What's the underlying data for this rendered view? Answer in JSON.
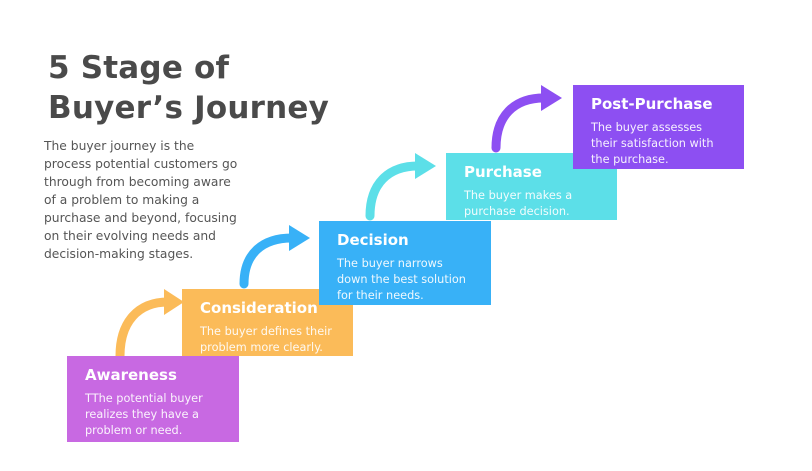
{
  "title_line1": "5 Stage of",
  "title_line2": "Buyer’s Journey",
  "intro": "The buyer journey is the process potential customers go through from becoming aware of a problem to making a purchase and beyond, focusing on their evolving needs and decision-making stages.",
  "stages": [
    {
      "name": "Awareness",
      "desc": "TThe potential buyer realizes they have a problem or need.",
      "color": "#c869e2"
    },
    {
      "name": "Consideration",
      "desc": "The buyer defines their problem more clearly.",
      "color": "#fbbb59"
    },
    {
      "name": "Decision",
      "desc": "The buyer narrows down the best solution for their needs.",
      "color": "#38b1f7"
    },
    {
      "name": "Purchase",
      "desc": "The buyer makes a purchase decision.",
      "color": "#5cdfe8"
    },
    {
      "name": "Post-Purchase",
      "desc": "The buyer assesses their satisfaction with the purchase.",
      "color": "#8d4ff2"
    }
  ]
}
